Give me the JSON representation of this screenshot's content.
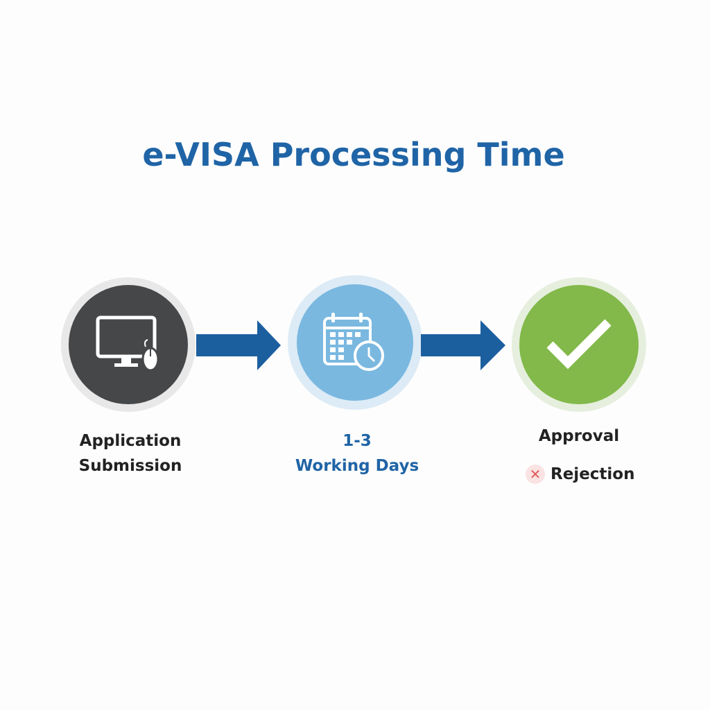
{
  "title": "e-VISA Processing Time",
  "steps": [
    {
      "label_line1": "Application",
      "label_line2": "Submission",
      "icon": "computer-mouse-icon",
      "color": "#464749"
    },
    {
      "label_line1": "1-3",
      "label_line2": "Working Days",
      "icon": "calendar-clock-icon",
      "color": "#7ab8e0"
    },
    {
      "label_line1": "Approval",
      "label_line2": "Rejection",
      "icon": "checkmark-icon",
      "color": "#82b94a"
    }
  ],
  "colors": {
    "title": "#1f64a6",
    "arrow": "#1c5f9f",
    "reject": "#e35b5b"
  }
}
